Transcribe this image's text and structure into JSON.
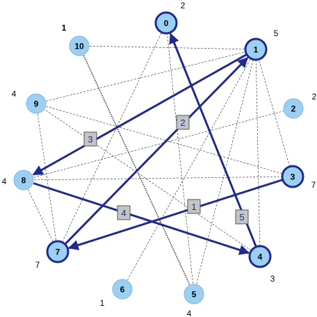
{
  "colors": {
    "node_fill": "#9cd0f2",
    "node_stroke_light": "#7fb6e3",
    "node_stroke_bold": "#1f2a8c",
    "path_edge": "#1f2a8c",
    "step_box_fill": "#c4c4c4",
    "step_box_stroke": "#555555",
    "thin_edge": "#222222"
  },
  "nodes": [
    {
      "id": "0",
      "label": "0",
      "bold": true
    },
    {
      "id": "1",
      "label": "1",
      "bold": true
    },
    {
      "id": "2",
      "label": "2",
      "bold": false
    },
    {
      "id": "3",
      "label": "3",
      "bold": true
    },
    {
      "id": "4",
      "label": "4",
      "bold": true
    },
    {
      "id": "5",
      "label": "5",
      "bold": false
    },
    {
      "id": "6",
      "label": "6",
      "bold": false
    },
    {
      "id": "7",
      "label": "7",
      "bold": true
    },
    {
      "id": "8",
      "label": "8",
      "bold": false
    },
    {
      "id": "9",
      "label": "9",
      "bold": false
    },
    {
      "id": "10",
      "label": "10",
      "bold": false
    }
  ],
  "outer_labels": [
    {
      "node": "0",
      "text": "2"
    },
    {
      "node": "1",
      "text": "5"
    },
    {
      "node": "2",
      "text": "2"
    },
    {
      "node": "3",
      "text": "7"
    },
    {
      "node": "4",
      "text": "3"
    },
    {
      "node": "5",
      "text": "4"
    },
    {
      "node": "6",
      "text": "1"
    },
    {
      "node": "7",
      "text": "7"
    },
    {
      "node": "8",
      "text": "4"
    },
    {
      "node": "9",
      "text": "4"
    },
    {
      "node": "10",
      "text": "1"
    }
  ],
  "thin_edges": [
    [
      "10",
      "1"
    ],
    [
      "9",
      "1"
    ],
    [
      "9",
      "3"
    ],
    [
      "9",
      "7"
    ],
    [
      "8",
      "2"
    ],
    [
      "8",
      "3"
    ],
    [
      "8",
      "7"
    ],
    [
      "7",
      "0"
    ],
    [
      "7",
      "1"
    ],
    [
      "6",
      "1"
    ],
    [
      "5",
      "1"
    ],
    [
      "4",
      "1"
    ],
    [
      "4",
      "9"
    ],
    [
      "3",
      "1"
    ],
    [
      "5",
      "0"
    ]
  ],
  "dotted_edges": [
    [
      "10",
      "5"
    ]
  ],
  "path_edges": [
    {
      "from": "3",
      "to": "7",
      "step": "1"
    },
    {
      "from": "7",
      "to": "1",
      "step": "2"
    },
    {
      "from": "1",
      "to": "8",
      "step": "3"
    },
    {
      "from": "8",
      "to": "4",
      "step": "4"
    },
    {
      "from": "4",
      "to": "0",
      "step": "5"
    }
  ]
}
